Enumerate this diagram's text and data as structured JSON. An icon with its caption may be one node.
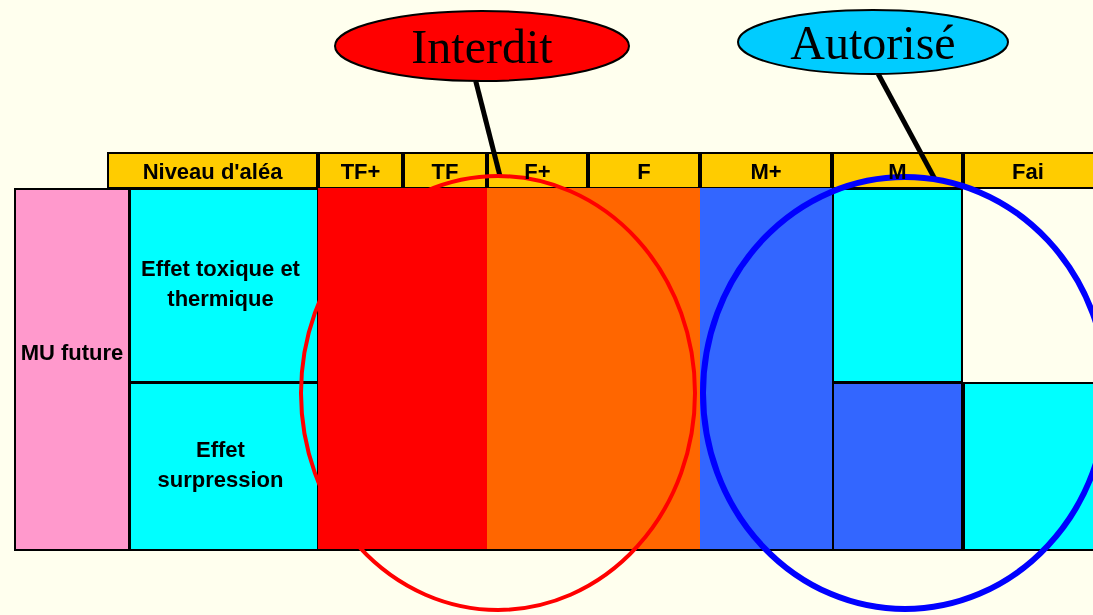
{
  "diagram": {
    "nodes": [
      {
        "text": [
          "Interdit"
        ]
      },
      {
        "text": [
          "Autorisé"
        ]
      },
      {
        "text": [],
        "shape": "circle"
      },
      {
        "text": [],
        "shape": "circle"
      }
    ],
    "edges": [
      {
        "from": 0,
        "to": 2,
        "arrow": "none"
      },
      {
        "from": 1,
        "to": 3,
        "arrow": "none"
      }
    ],
    "labels": [
      "Niveau d'aléa",
      "TF+",
      "TF",
      "F+",
      "F",
      "M+",
      "M",
      "Fai",
      "MU future",
      "Effet toxique et thermique",
      "Effet surpression"
    ]
  }
}
